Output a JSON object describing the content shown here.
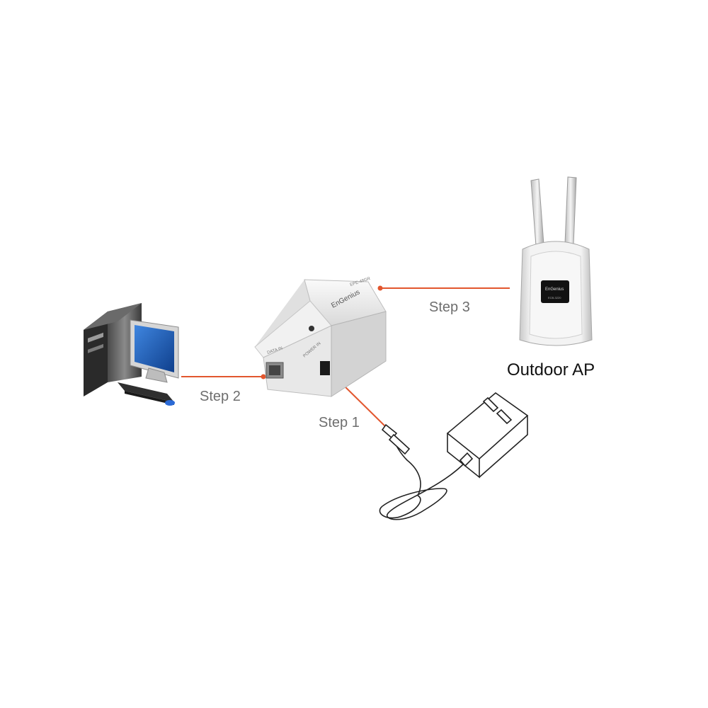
{
  "labels": {
    "step1": "Step 1",
    "step2": "Step 2",
    "step3": "Step 3",
    "outdoor_ap": "Outdoor AP"
  },
  "injector": {
    "brand_logo_text": "EnGenius",
    "top_model_text": "EPE-48GR",
    "port_text": "DATA IN",
    "power_text": "POWER IN"
  },
  "access_point": {
    "logo_text": "EnGenius",
    "screen_text": "ECB-3220"
  },
  "colors": {
    "connector_line": "#e2562e",
    "label_text": "#6e6e6e",
    "device_body": "#ececec",
    "monitor_screen": "#1f5fb7",
    "ap_screen": "#121212"
  },
  "icons": [
    "desktop-computer-icon",
    "poe-injector-icon",
    "outdoor-ap-icon",
    "power-adapter-icon"
  ]
}
